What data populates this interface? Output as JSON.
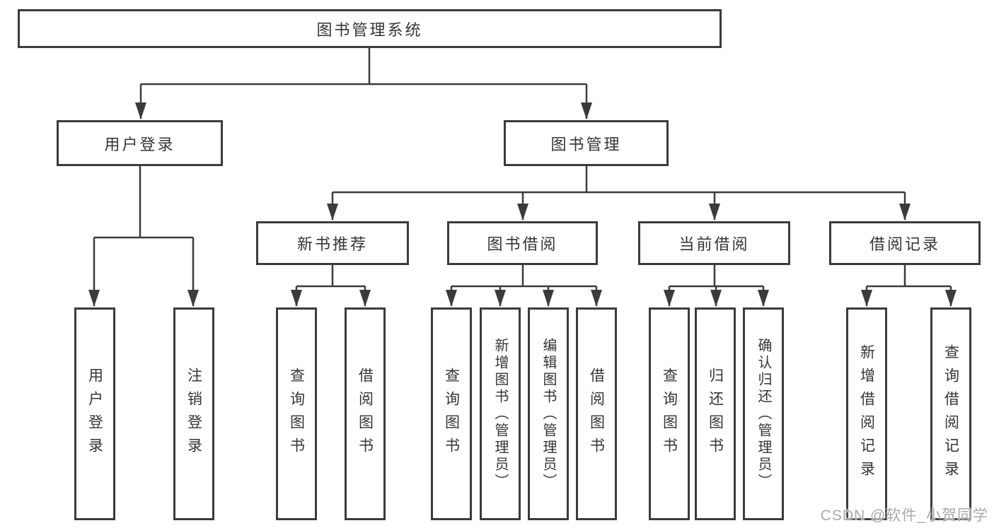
{
  "diagram": {
    "root": {
      "label": "图书管理系统"
    },
    "level2": [
      {
        "label": "用户登录"
      },
      {
        "label": "图书管理"
      }
    ],
    "level3": [
      {
        "label": "新书推荐"
      },
      {
        "label": "图书借阅"
      },
      {
        "label": "当前借阅"
      },
      {
        "label": "借阅记录"
      }
    ],
    "leaves": [
      {
        "label": "用户登录"
      },
      {
        "label": "注销登录"
      },
      {
        "label": "查询图书"
      },
      {
        "label": "借阅图书"
      },
      {
        "label": "查询图书"
      },
      {
        "label": "新增图书（管理员）"
      },
      {
        "label": "编辑图书（管理员）"
      },
      {
        "label": "借阅图书"
      },
      {
        "label": "查询图书"
      },
      {
        "label": "归还图书"
      },
      {
        "label": "确认归还（管理员）"
      },
      {
        "label": "新增借阅记录"
      },
      {
        "label": "查询借阅记录"
      }
    ],
    "watermark": "CSDN @软件_小贺同学",
    "colors": {
      "line": "#3b3b3b",
      "text": "#353535",
      "background": "#ffffff",
      "watermark": "#a9a9a9"
    }
  }
}
